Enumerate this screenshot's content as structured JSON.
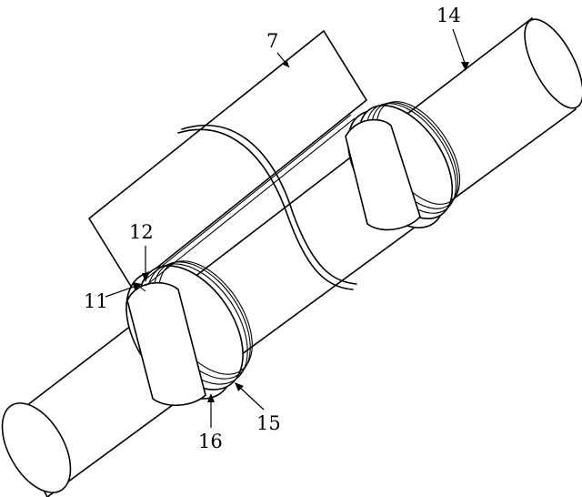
{
  "labels": {
    "l7": "7",
    "l11": "11",
    "l12": "12",
    "l14": "14",
    "l15": "15",
    "l16": "16"
  },
  "colors": {
    "line": "#000000",
    "background": "#ffffff"
  }
}
